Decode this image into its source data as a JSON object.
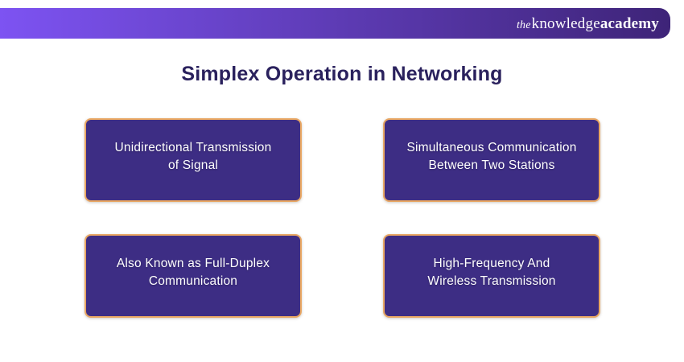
{
  "header": {
    "logo": {
      "the": "the",
      "knowledge": "knowledge",
      "academy": "academy"
    }
  },
  "title": "Simplex Operation in Networking",
  "cards": [
    {
      "id": "unidirectional-transmission",
      "lines": [
        "Unidirectional Transmission",
        "of Signal"
      ]
    },
    {
      "id": "simultaneous-communication",
      "lines": [
        "Simultaneous Communication",
        "Between Two Stations"
      ]
    },
    {
      "id": "full-duplex-communication",
      "lines": [
        "Also Known as Full-Duplex",
        "Communication"
      ]
    },
    {
      "id": "high-frequency-wireless",
      "lines": [
        "High-Frequency And",
        "Wireless Transmission"
      ]
    }
  ],
  "colors": {
    "canvas_bg": "#ffffff",
    "header_gradient_left": "#7d53f2",
    "header_gradient_right": "#3e2478",
    "logo_text": "#ffffff",
    "title_color": "#2a215d",
    "card_bg": "#3d2d84",
    "card_border": "#e9a763",
    "card_text": "#ffffff"
  }
}
